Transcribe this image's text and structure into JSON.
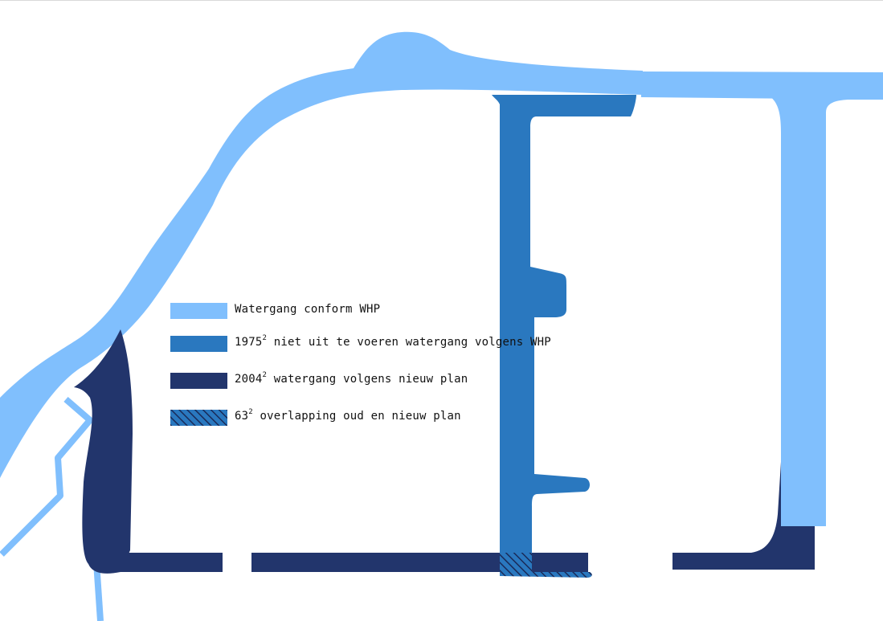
{
  "colors": {
    "water_light": "#80bffd",
    "water_mid": "#2a78bf",
    "water_dark": "#22356c",
    "hatch_line": "#1a2a58",
    "background": "#ffffff"
  },
  "legend": {
    "items": [
      {
        "key": "light",
        "color": "#80bffd",
        "hatched": false,
        "value": "",
        "sup": "",
        "text": "Watergang conform WHP"
      },
      {
        "key": "mid",
        "color": "#2a78bf",
        "hatched": false,
        "value": "1975",
        "sup": "2",
        "text": "niet uit te voeren watergang volgens WHP"
      },
      {
        "key": "dark",
        "color": "#22356c",
        "hatched": false,
        "value": "2004",
        "sup": "2",
        "text": "watergang volgens nieuw plan"
      },
      {
        "key": "overlap",
        "color": "#2a78bf",
        "hatched": true,
        "value": "63",
        "sup": "2",
        "text": "overlapping oud en nieuw plan"
      }
    ]
  }
}
